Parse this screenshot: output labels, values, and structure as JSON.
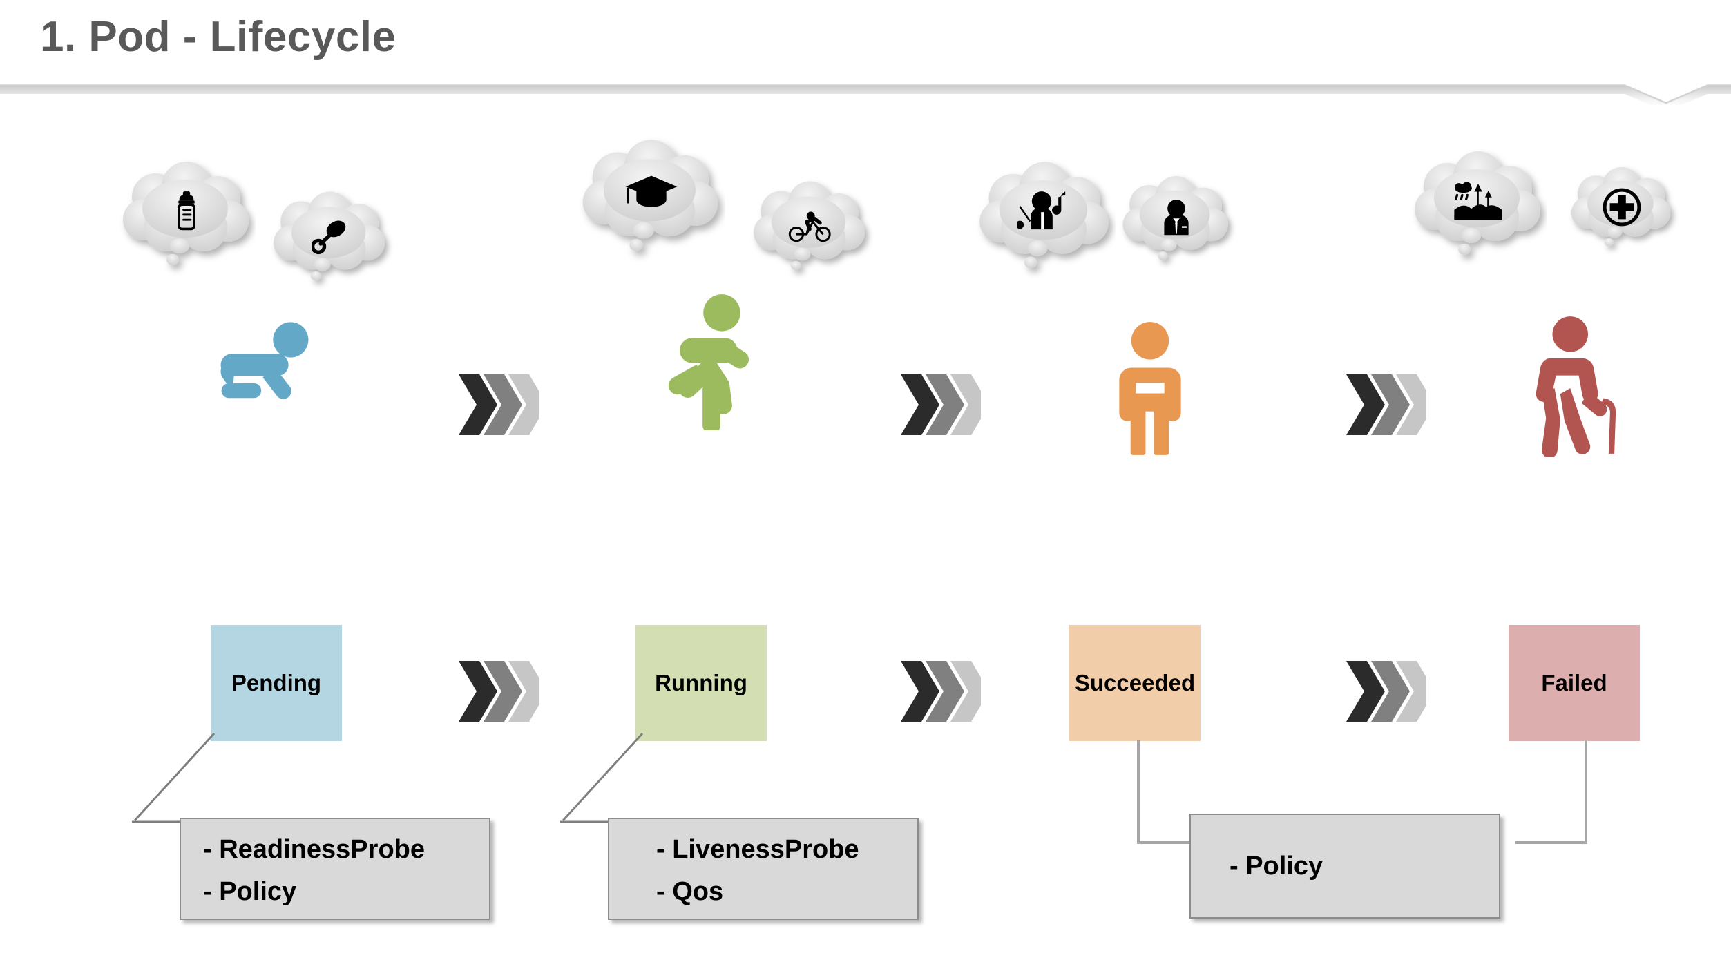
{
  "slide": {
    "title": "1. Pod - Lifecycle",
    "background_color": "#ffffff",
    "title_color": "#595959"
  },
  "stages": [
    {
      "id": "pending",
      "state_label": "Pending",
      "state_color": "#b4d5e2",
      "person_color": "#64a8c8",
      "person_icon": "crawling-baby-icon",
      "thoughts": [
        {
          "icon": "baby-bottle-icon",
          "name": "baby-bottle"
        },
        {
          "icon": "rattle-icon",
          "name": "rattle"
        }
      ]
    },
    {
      "id": "running",
      "state_label": "Running",
      "state_color": "#d3deb3",
      "person_color": "#9cbb5e",
      "person_icon": "running-person-icon",
      "thoughts": [
        {
          "icon": "graduation-cap-icon",
          "name": "graduation-cap"
        },
        {
          "icon": "cyclist-icon",
          "name": "cyclist"
        }
      ]
    },
    {
      "id": "succeeded",
      "state_label": "Succeeded",
      "state_color": "#f2cdaa",
      "person_color": "#e89850",
      "person_icon": "standing-adult-icon",
      "thoughts": [
        {
          "icon": "conductor-music-icon",
          "name": "conductor-with-music-note"
        },
        {
          "icon": "businessman-icon",
          "name": "businessman"
        }
      ]
    },
    {
      "id": "failed",
      "state_label": "Failed",
      "state_color": "#ddaeae",
      "person_color": "#b25450",
      "person_icon": "elderly-person-with-cane-icon",
      "thoughts": [
        {
          "icon": "landscape-rain-icon",
          "name": "landscape-with-rain-cloud"
        },
        {
          "icon": "medical-plus-icon",
          "name": "medical-cross"
        }
      ]
    }
  ],
  "chevron_colors": [
    "#2b2b2b",
    "#808080",
    "#c6c6c6"
  ],
  "callouts": [
    {
      "id": "pending-details",
      "lines": [
        "-  ReadinessProbe",
        "-  Policy"
      ]
    },
    {
      "id": "running-details",
      "lines": [
        "-  LivenessProbe",
        "-  Qos"
      ]
    },
    {
      "id": "terminal-details",
      "lines": [
        "-  Policy"
      ]
    }
  ]
}
